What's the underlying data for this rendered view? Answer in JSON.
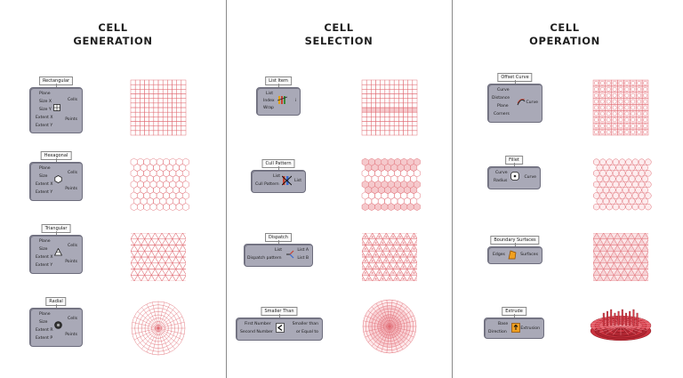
{
  "columns": [
    {
      "title_line1": "CELL",
      "title_line2": "GENERATION"
    },
    {
      "title_line1": "CELL",
      "title_line2": "SELECTION"
    },
    {
      "title_line1": "CELL",
      "title_line2": "OPERATION"
    }
  ],
  "components": {
    "rectangular": {
      "label": "Rectangular",
      "inputs": [
        "Plane",
        "Size X",
        "Size Y",
        "Extent X",
        "Extent Y"
      ],
      "outputs": [
        "Cells",
        "Points"
      ]
    },
    "hexagonal": {
      "label": "Hexagonal",
      "inputs": [
        "Plane",
        "Size",
        "Extent X",
        "Extent Y"
      ],
      "outputs": [
        "Cells",
        "Points"
      ]
    },
    "triangular": {
      "label": "Triangular",
      "inputs": [
        "Plane",
        "Size",
        "Extent X",
        "Extent Y"
      ],
      "outputs": [
        "Cells",
        "Points"
      ]
    },
    "radial": {
      "label": "Radial",
      "inputs": [
        "Plane",
        "Size",
        "Extent R",
        "Extent P"
      ],
      "outputs": [
        "Cells",
        "Points"
      ]
    },
    "list_item": {
      "label": "List Item",
      "inputs": [
        "List",
        "Index",
        "Wrap"
      ],
      "outputs": [
        "i"
      ]
    },
    "cull_pattern": {
      "label": "Cull Pattern",
      "inputs": [
        "List",
        "Cull Pattern"
      ],
      "outputs": [
        "List"
      ]
    },
    "dispatch": {
      "label": "Dispatch",
      "inputs": [
        "List",
        "Dispatch pattern"
      ],
      "outputs": [
        "List A",
        "List B"
      ]
    },
    "smaller_than": {
      "label": "Smaller Than",
      "inputs": [
        "First Number",
        "Second Number"
      ],
      "outputs": [
        "Smaller than",
        "or Equal to"
      ]
    },
    "offset_curve": {
      "label": "Offset Curve",
      "inputs": [
        "Curve",
        "Distance",
        "Plane",
        "Corners"
      ],
      "outputs": [
        "Curve"
      ]
    },
    "fillet": {
      "label": "Fillet",
      "inputs": [
        "Curve",
        "Radius"
      ],
      "outputs": [
        "Curve"
      ]
    },
    "boundary_surfaces": {
      "label": "Boundary Surfaces",
      "inputs": [
        "Edges"
      ],
      "outputs": [
        "Surfaces"
      ]
    },
    "extrude": {
      "label": "Extrude",
      "inputs": [
        "Base",
        "Direction"
      ],
      "outputs": [
        "Extrusion"
      ]
    }
  },
  "colors": {
    "grid_line": "#e06a72",
    "grid_fill": "#f5c9cc",
    "component_body": "#a9a9b7",
    "divider": "#8a8a8a"
  }
}
